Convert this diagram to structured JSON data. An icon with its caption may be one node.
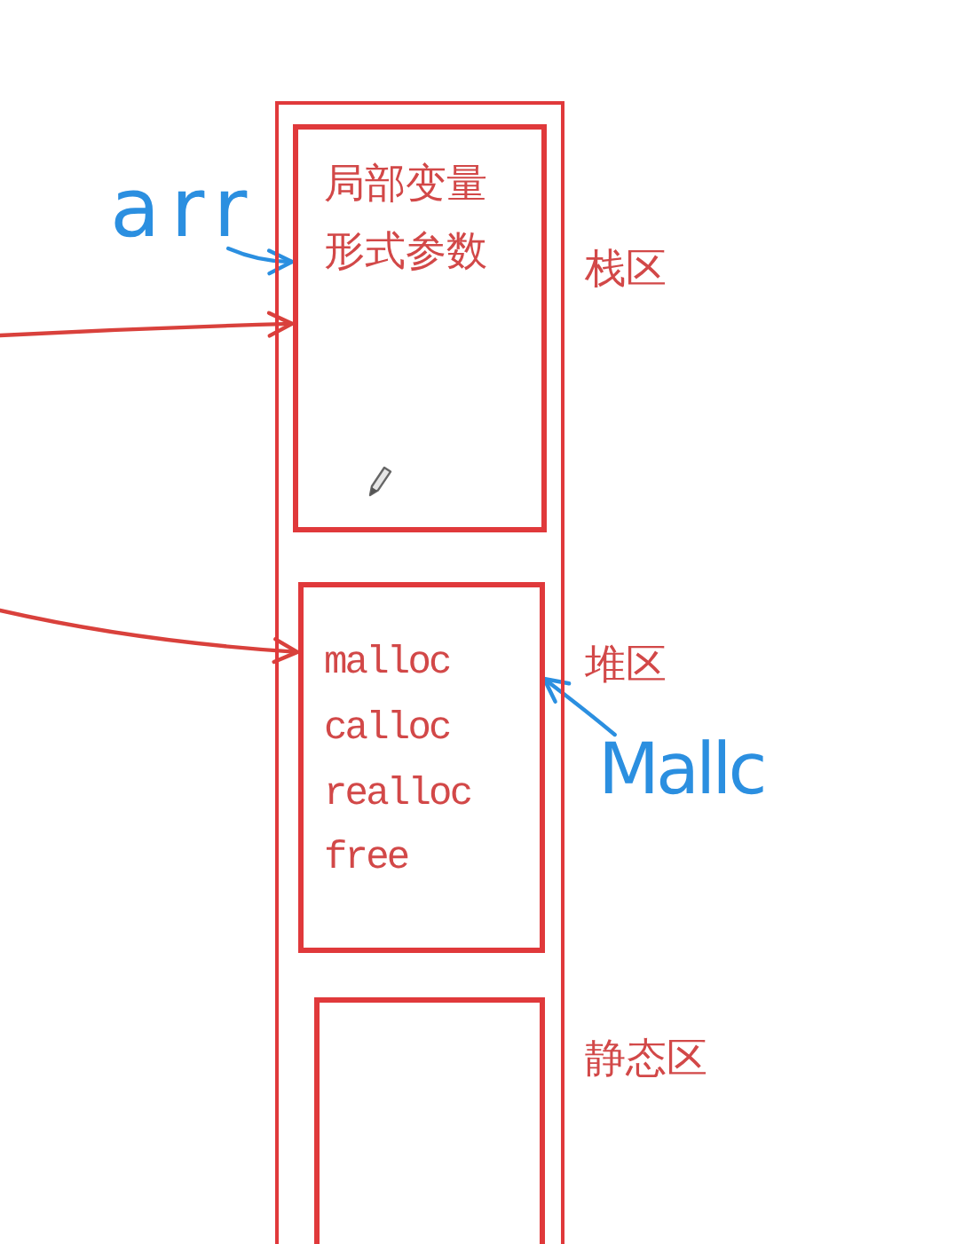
{
  "diagram": {
    "nodes": [
      {
        "text": [],
        "shape": "box"
      },
      {
        "text": [
          "局部变量",
          "形式参数"
        ],
        "beside": [
          "栈区"
        ],
        "in": 0
      },
      {
        "text": [
          "malloc",
          "calloc",
          "realloc",
          "free"
        ],
        "beside": [
          "堆区"
        ],
        "in": 0
      },
      {
        "text": [],
        "shape": "box",
        "beside": [
          "静态区"
        ],
        "in": 0
      },
      {
        "text": [
          "arr"
        ]
      },
      {
        "text": [
          "Mallc"
        ]
      }
    ],
    "edges": [
      {
        "from": null,
        "to": 1,
        "arrow": "to",
        "color": "#d9413c"
      },
      {
        "from": null,
        "to": 2,
        "arrow": "to",
        "color": "#d9413c"
      },
      {
        "from": 4,
        "to": 1,
        "arrow": "to",
        "color": "#2b8fe0"
      },
      {
        "from": 5,
        "to": 2,
        "arrow": "to",
        "color": "#2b8fe0"
      }
    ]
  }
}
